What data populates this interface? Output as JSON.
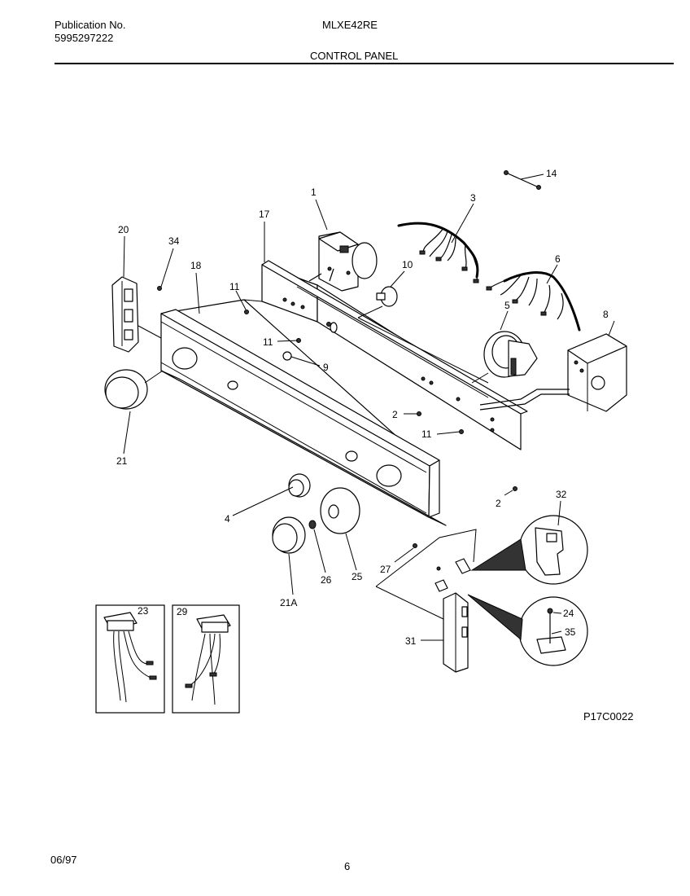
{
  "header": {
    "publication_label": "Publication No.",
    "publication_number": "5995297222",
    "model": "MLXE42RE",
    "section_title": "CONTROL PANEL"
  },
  "footer": {
    "date": "06/97",
    "page": "6",
    "figure_code": "P17C0022"
  },
  "callouts": [
    {
      "id": "cl-1",
      "text": "1"
    },
    {
      "id": "cl-2a",
      "text": "2"
    },
    {
      "id": "cl-2b",
      "text": "2"
    },
    {
      "id": "cl-3",
      "text": "3"
    },
    {
      "id": "cl-4",
      "text": "4"
    },
    {
      "id": "cl-5",
      "text": "5"
    },
    {
      "id": "cl-6",
      "text": "6"
    },
    {
      "id": "cl-8",
      "text": "8"
    },
    {
      "id": "cl-9",
      "text": "9"
    },
    {
      "id": "cl-10",
      "text": "10"
    },
    {
      "id": "cl-11a",
      "text": "11"
    },
    {
      "id": "cl-11b",
      "text": "11"
    },
    {
      "id": "cl-11c",
      "text": "11"
    },
    {
      "id": "cl-14",
      "text": "14"
    },
    {
      "id": "cl-17",
      "text": "17"
    },
    {
      "id": "cl-18",
      "text": "18"
    },
    {
      "id": "cl-20",
      "text": "20"
    },
    {
      "id": "cl-21",
      "text": "21"
    },
    {
      "id": "cl-21A",
      "text": "21A"
    },
    {
      "id": "cl-23",
      "text": "23"
    },
    {
      "id": "cl-24",
      "text": "24"
    },
    {
      "id": "cl-25",
      "text": "25"
    },
    {
      "id": "cl-26",
      "text": "26"
    },
    {
      "id": "cl-27",
      "text": "27"
    },
    {
      "id": "cl-29",
      "text": "29"
    },
    {
      "id": "cl-31",
      "text": "31"
    },
    {
      "id": "cl-32",
      "text": "32"
    },
    {
      "id": "cl-34",
      "text": "34"
    },
    {
      "id": "cl-35",
      "text": "35"
    }
  ]
}
